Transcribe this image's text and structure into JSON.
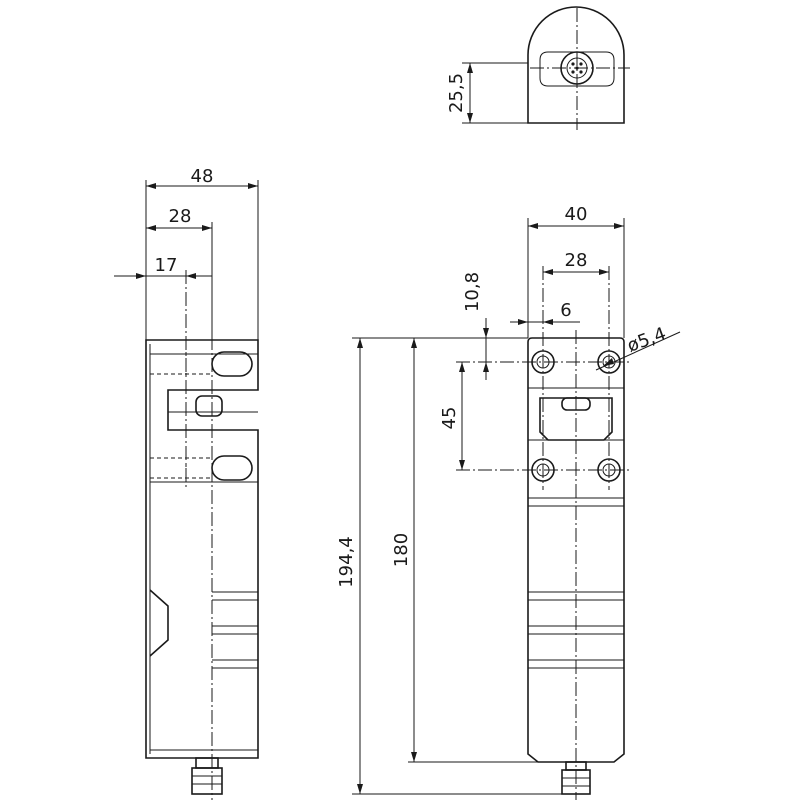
{
  "top_view": {
    "height_dim": "25,5"
  },
  "side_view": {
    "width_total": "48",
    "width_mid": "28",
    "width_small": "17"
  },
  "front_view": {
    "width_total": "40",
    "hole_spacing": "28",
    "offset_small": "6",
    "top_offset": "10,8",
    "hole_vertical": "45",
    "hole_diameter": "ø5,4",
    "overall_height": "194,4",
    "body_height": "180"
  }
}
